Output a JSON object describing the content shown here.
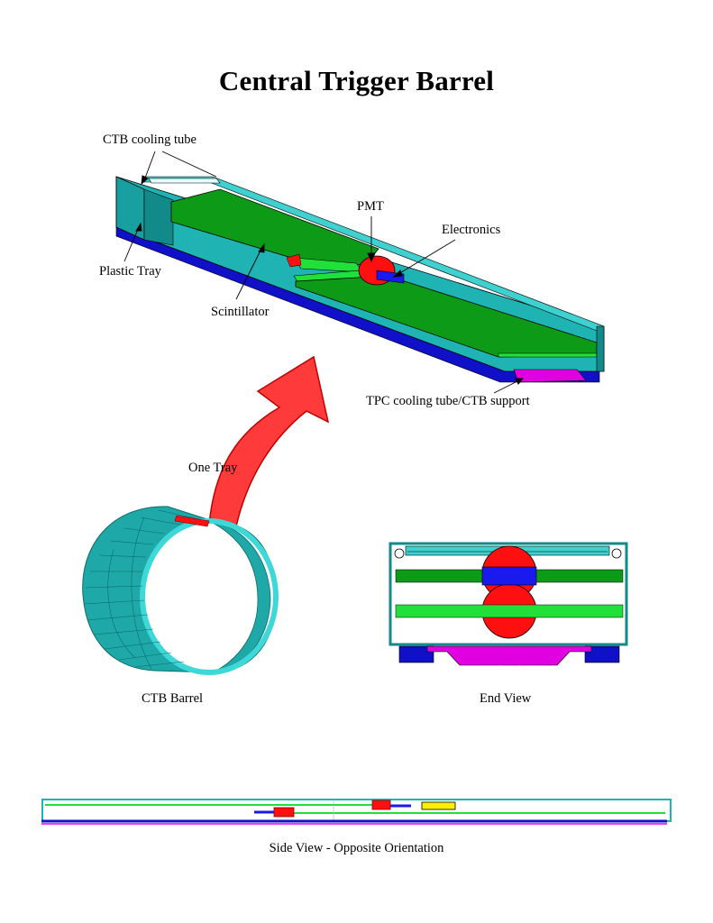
{
  "title": "Central Trigger Barrel",
  "labels": {
    "ctb_cooling_tube": "CTB cooling tube",
    "plastic_tray": "Plastic Tray",
    "scintillator": "Scintillator",
    "pmt": "PMT",
    "electronics": "Electronics",
    "tpc_cooling_support": "TPC cooling tube/CTB support",
    "one_tray": "One Tray",
    "ctb_barrel": "CTB Barrel",
    "end_view": "End View",
    "side_view": "Side View - Opposite Orientation"
  },
  "colors": {
    "tray_cyan": "#1fb3b3",
    "tray_cyan_light": "#3fd0d0",
    "tray_cyan_dark": "#138a8a",
    "scint_green": "#0d9a17",
    "scint_green_light": "#22e03a",
    "base_blue": "#1010c8",
    "support_magenta": "#e000e0",
    "pmt_red": "#ff1010",
    "electronics_blue": "#1a1aee",
    "arrow_red": "#ff3a3a",
    "side_yellow": "#ffee00"
  }
}
